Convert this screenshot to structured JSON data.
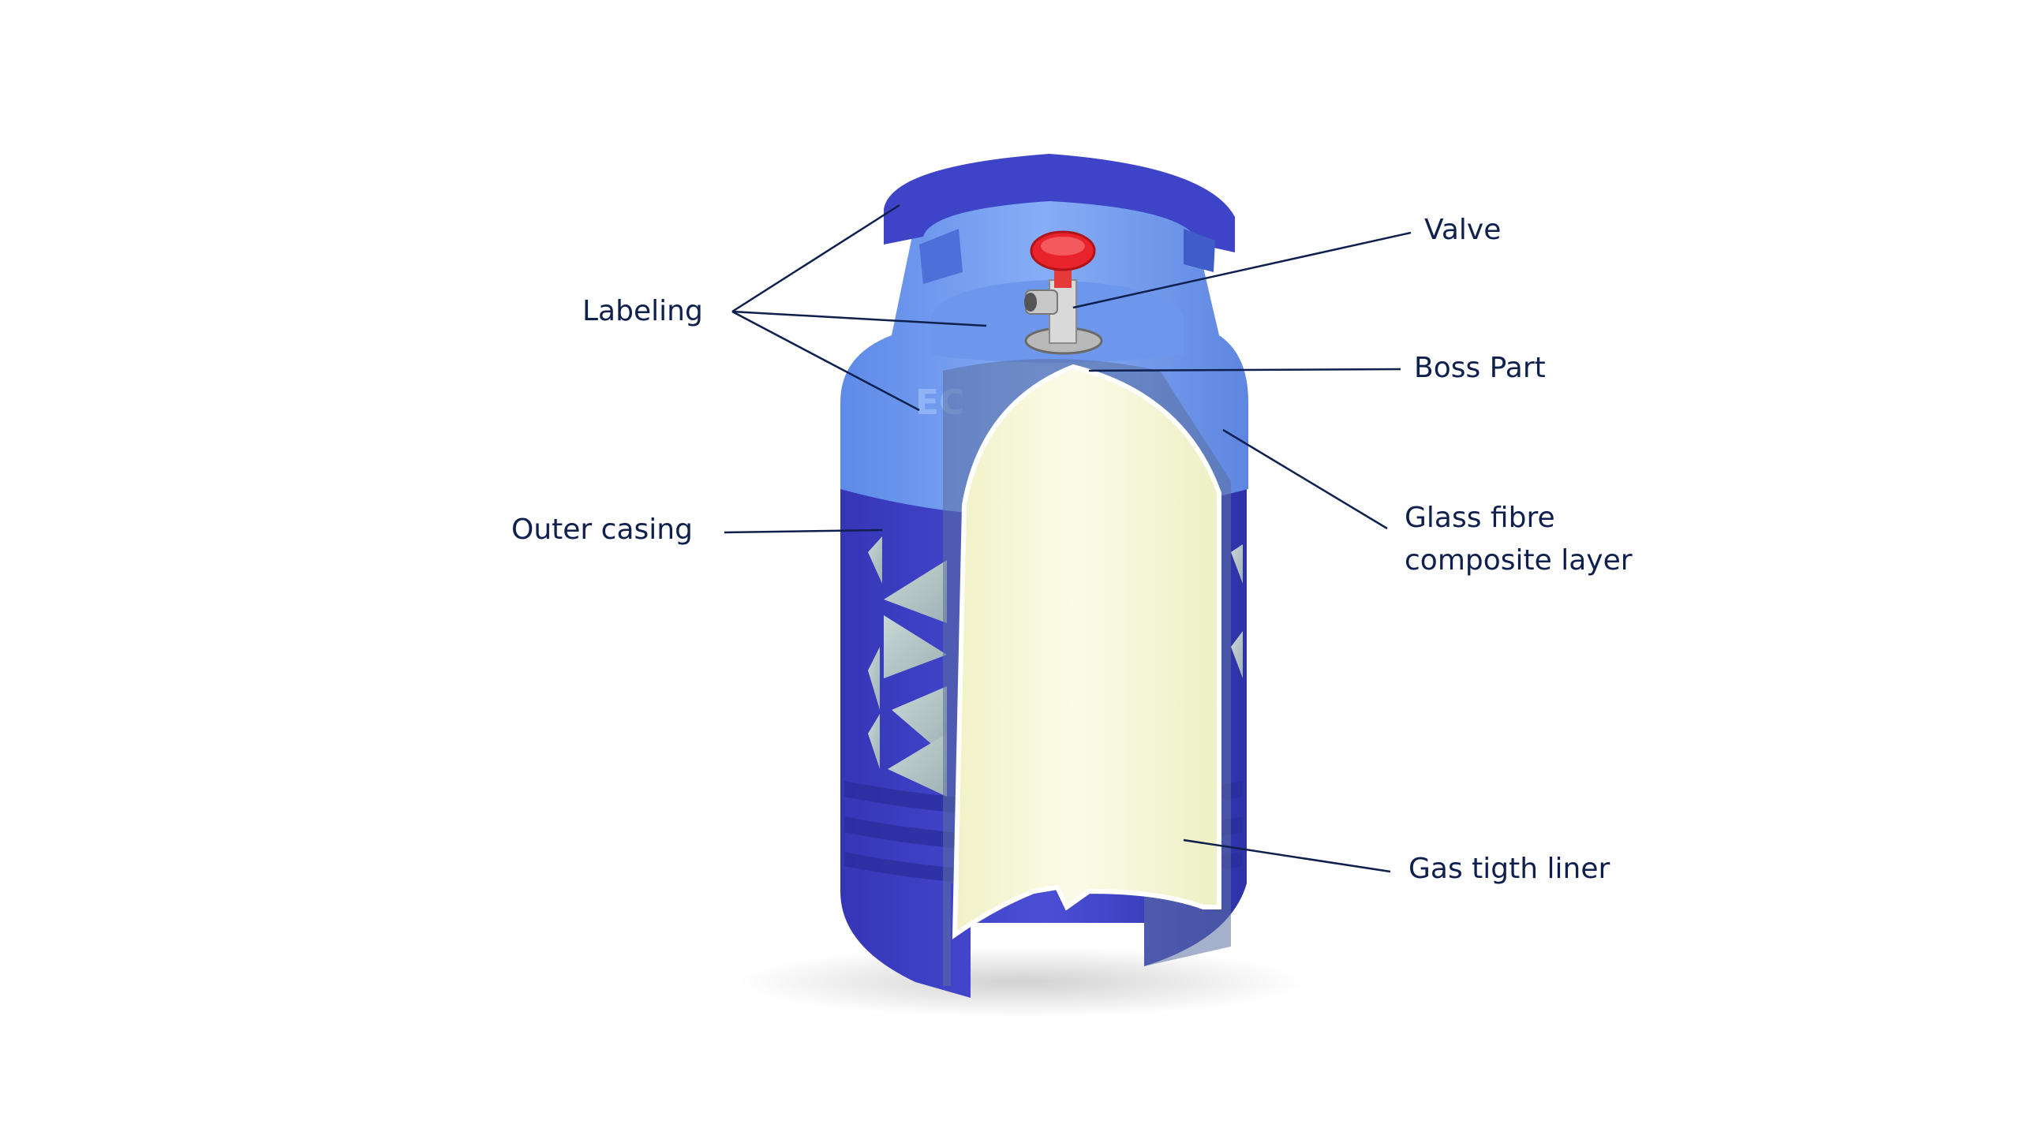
{
  "labels": {
    "labeling": "Labeling",
    "valve": "Valve",
    "boss_part": "Boss Part",
    "outer_casing": "Outer casing",
    "glass_fibre_line1": "Glass fibre",
    "glass_fibre_line2": "composite layer",
    "gas_liner": "Gas tigth liner"
  },
  "logo_text": "EC",
  "colors": {
    "label_text": "#0f1f4e",
    "leader_line": "#0f1f4e",
    "casing_light": "#6f9bf0",
    "casing_dark": "#3f41c4",
    "liner": "#f8f8de",
    "valve_knob": "#e8232b"
  }
}
